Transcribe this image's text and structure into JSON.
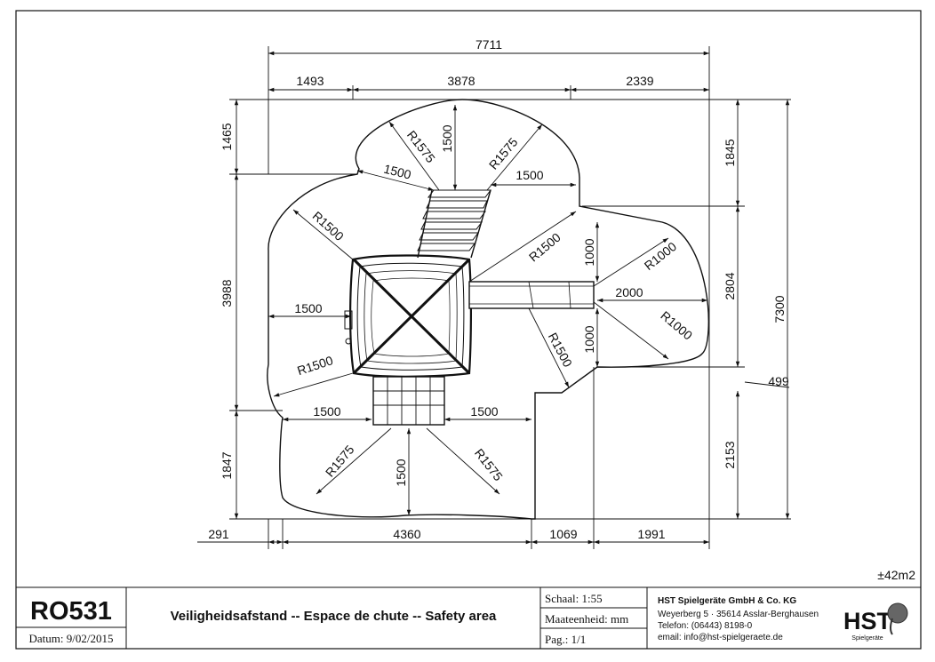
{
  "dimensions": {
    "total_width": "7711",
    "top_left": "1493",
    "top_middle": "3878",
    "top_right": "2339",
    "bottom_left_offset": "291",
    "bottom_left": "4360",
    "bottom_middle": "1069",
    "bottom_right": "1991",
    "left_top": "1465",
    "left_middle": "3988",
    "left_bottom": "1847",
    "right_top": "1845",
    "right_middle": "2804",
    "right_bottom": "2153",
    "right_total": "7300",
    "right_offset": "499",
    "clearance_1500": "1500",
    "clearance_1000": "1000",
    "clearance_2000": "2000",
    "radius_1500": "R1500",
    "radius_1575": "R1575",
    "radius_1000": "R1000"
  },
  "area_note": "±42m2",
  "title_block": {
    "model": "RO531",
    "date": "Datum: 9/02/2015",
    "description": "Veiligheidsafstand -- Espace de chute -- Safety area",
    "scale": "Schaal:  1:55",
    "unit": "Maateenheid:  mm",
    "page": "Pag.:  1/1",
    "company": "HST Spielgeräte GmbH & Co. KG",
    "address": "Weyerberg 5 · 35614 Asslar-Berghausen",
    "phone": "Telefon: (06443) 8198-0",
    "email": "email: info@hst-spielgeraete.de",
    "logo_text": "HST",
    "logo_subtext": "Spielgeräte"
  },
  "colors": {
    "line": "#111111",
    "background": "#ffffff"
  }
}
